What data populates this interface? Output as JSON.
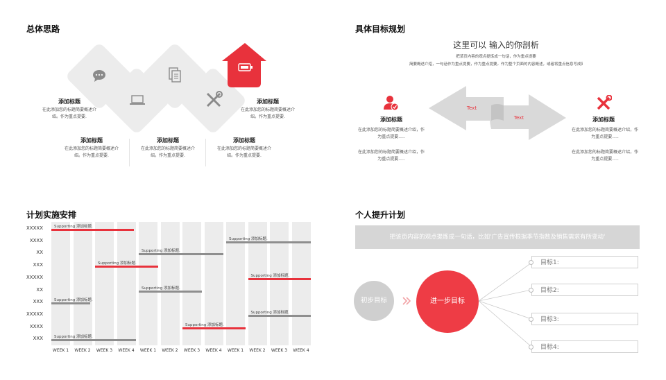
{
  "section1": {
    "title": "总体思路",
    "items": [
      {
        "title": "添加标题",
        "desc": "在此添加您的标题简要概述介绍。作为重点提要."
      },
      {
        "title": "添加标题",
        "desc": "在此添加您的标题简要概述介绍。作为重点提要."
      },
      {
        "title": "添加标题",
        "desc": "在此添加您的标题简要概述介绍。作为重点提要."
      },
      {
        "title": "添加标题",
        "desc": "在此添加您的标题简要概述介绍。作为重点提要."
      },
      {
        "title": "添加标题",
        "desc": "在此添加您的标题简要概述介绍。作为重点提要."
      }
    ],
    "icons": [
      "chat-icon",
      "laptop-icon",
      "documents-icon",
      "tools-icon",
      "battery-icon"
    ]
  },
  "section2": {
    "title": "具体目标规划",
    "heading": "这里可以 输入的你剖析",
    "intro_line1": "把该页内容的观点提炼成一句话，作为重点提要",
    "intro_line2": "简要概述介绍，一句话作为重点提要，作为重点提要。作为整个页面的内容概述，或者将重点信息写成简介文案。",
    "arrow_left_text": "Text",
    "arrow_right_text": "Text",
    "left": {
      "title": "添加标题",
      "desc1": "在此添加您的标题简要概述介绍，作为重点提要.....",
      "desc2": "在此添加您的标题简要概述介绍，作为重点提要....."
    },
    "right": {
      "title": "添加标题",
      "desc1": "在此添加您的标题简要概述介绍，作为重点提要.....",
      "desc2": "在此添加您的标题简要概述介绍，作为重点提要....."
    },
    "accent": "#e8323c"
  },
  "section3": {
    "title": "计划实施安排",
    "rows": [
      "XXXXX",
      "XXXX",
      "XX",
      "XXX",
      "XXXXX",
      "XX",
      "XXX",
      "XXXXX",
      "XXXX",
      "XXX"
    ],
    "weeks": [
      "WEEK 1",
      "WEEK 2",
      "WEEK 3",
      "WEEK 4",
      "WEEK 1",
      "WEEK 2",
      "WEEK 3",
      "WEEK 4",
      "WEEK 1",
      "WEEK 2",
      "WEEK 3",
      "WEEK 4"
    ],
    "bars": [
      {
        "label": "Supporting 添加标题.",
        "row": 0,
        "start": 0,
        "end": 3.9,
        "color": "#e8323c"
      },
      {
        "label": "Supporting 添加标题.",
        "row": 1,
        "start": 8,
        "end": 12,
        "color": "#8e8e8e"
      },
      {
        "label": "Supporting 添加标题.",
        "row": 2,
        "start": 4,
        "end": 8,
        "color": "#8e8e8e"
      },
      {
        "label": "Supporting 添加标题.",
        "row": 3,
        "start": 2,
        "end": 5,
        "color": "#e8323c"
      },
      {
        "label": "Supporting 添加标题.",
        "row": 4,
        "start": 9,
        "end": 12,
        "color": "#e8323c"
      },
      {
        "label": "Supporting 添加标题.",
        "row": 5,
        "start": 4,
        "end": 7,
        "color": "#8e8e8e"
      },
      {
        "label": "Supporting 添加标题.",
        "row": 6,
        "start": 0,
        "end": 1.9,
        "color": "#8e8e8e"
      },
      {
        "label": "Supporting 添加标题.",
        "row": 7,
        "start": 9,
        "end": 12,
        "color": "#8e8e8e"
      },
      {
        "label": "Supporting 添加标题.",
        "row": 8,
        "start": 6,
        "end": 9,
        "color": "#e8323c"
      },
      {
        "label": "Supporting 添加标题.",
        "row": 9,
        "start": 0,
        "end": 4,
        "color": "#8e8e8e"
      }
    ]
  },
  "section4": {
    "title": "个人提升计划",
    "banner": "把该页内容的观点提炼成一句话，比如'广告宣传根据季节指数及销售需求有所变动'",
    "start_label": "初步目标",
    "next_label": "进一步目标",
    "goals": [
      "目标1:",
      "目标2:",
      "目标3:",
      "目标4:"
    ]
  }
}
